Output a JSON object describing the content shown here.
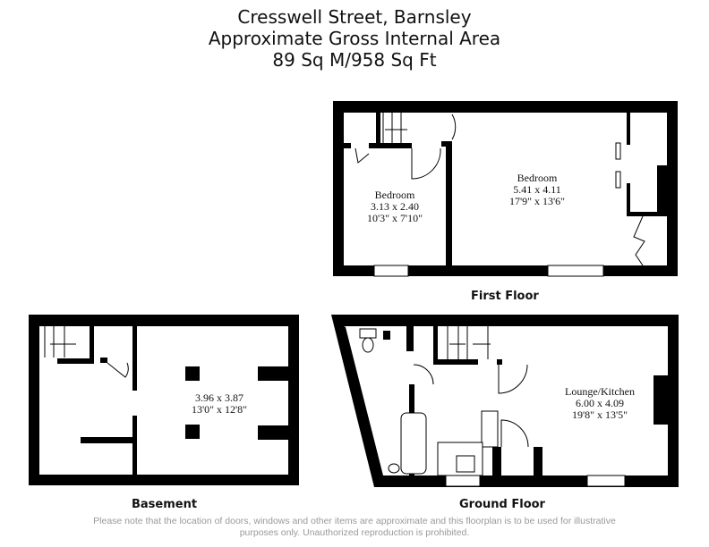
{
  "title": {
    "line1": "Cresswell Street, Barnsley",
    "line2": "Approximate Gross Internal Area",
    "line3": "89 Sq M/958 Sq Ft"
  },
  "floors": {
    "first": {
      "label": "First Floor",
      "rooms": [
        {
          "name": "Bedroom",
          "metric": "3.13 x 2.40",
          "imperial": "10'3\" x 7'10\""
        },
        {
          "name": "Bedroom",
          "metric": "5.41 x 4.11",
          "imperial": "17'9\" x 13'6\""
        }
      ]
    },
    "basement": {
      "label": "Basement",
      "rooms": [
        {
          "metric": "3.96 x 3.87",
          "imperial": "13'0\" x 12'8\""
        }
      ]
    },
    "ground": {
      "label": "Ground Floor",
      "rooms": [
        {
          "name": "Lounge/Kitchen",
          "metric": "6.00 x 4.09",
          "imperial": "19'8\" x 13'5\""
        }
      ]
    }
  },
  "disclaimer": {
    "line1": "Please note that the location of doors, windows and other items are approximate and this floorplan is to be used for illustrative",
    "line2": "purposes only. Unauthorized reproduction is prohibited."
  }
}
